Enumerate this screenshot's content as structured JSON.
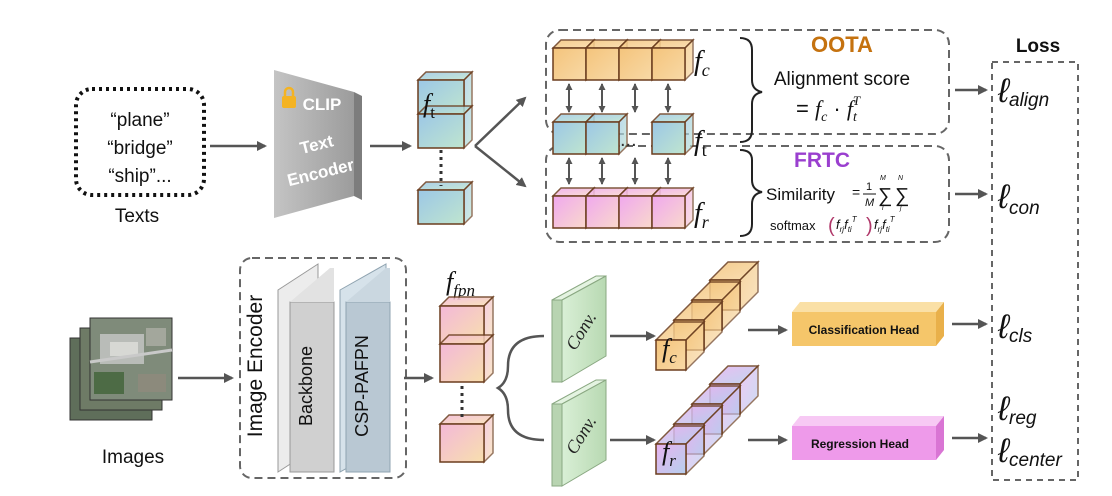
{
  "texts_box": {
    "lines": [
      "“plane”",
      "“bridge”",
      "“ship”..."
    ],
    "caption": "Texts"
  },
  "clip_encoder": {
    "lines": [
      "CLIP",
      "Text",
      "Encoder"
    ]
  },
  "text_feature": {
    "label": "f",
    "sub": "t"
  },
  "oota": {
    "title": "OOTA",
    "line1": "Alignment score",
    "formula_eq": "= ",
    "formula_fc": "f",
    "formula_fc_sub": "c",
    "formula_dot": " · ",
    "formula_ft": "f",
    "formula_ft_sub": "t",
    "formula_sup": "T",
    "label_fc": "f",
    "label_fc_sub": "c",
    "label_ft": "f",
    "label_ft_sub": "t",
    "dots": "..."
  },
  "frtc": {
    "title": "FRTC",
    "line1": "Similarity",
    "eq": "=",
    "frac_num": "1",
    "frac_den": "M",
    "sum1_top": "M",
    "sum1_bot": "i",
    "sum2_top": "N",
    "sum2_bot": "j",
    "line2_softmax": "softmax",
    "line2_rest": "(f  f  ) f  f",
    "label_fr": "f",
    "label_fr_sub": "r"
  },
  "image_encoder": {
    "title": "Image Encoder",
    "backbone": "Backbone",
    "neck": "CSP-PAFPN"
  },
  "images": {
    "caption": "Images"
  },
  "fpn": {
    "label": "f",
    "sub": "fpn"
  },
  "conv_top": "Conv.",
  "conv_bottom": "Conv.",
  "fc_small": {
    "label": "f",
    "sub": "c"
  },
  "fr_small": {
    "label": "f",
    "sub": "r"
  },
  "classification_head": "Classification Head",
  "regression_head": "Regression Head",
  "loss": {
    "title": "Loss",
    "align": "align",
    "con": "con",
    "cls": "cls",
    "reg": "reg",
    "center": "center",
    "ell": "ℓ"
  },
  "colors": {
    "orange_face": "#f6cf8c",
    "orange_top": "#fae0ae",
    "blue_face": "#a9cfe6",
    "green_face": "#b9e5cc",
    "pink_face": "#f2b6ee",
    "outline": "#6b3d1e",
    "oota_title": "#c5720f",
    "frtc_title": "#9a3fcf",
    "cls_head": "#f5c66a",
    "reg_head": "#ee9aea",
    "conv": "#c9e3c6"
  }
}
